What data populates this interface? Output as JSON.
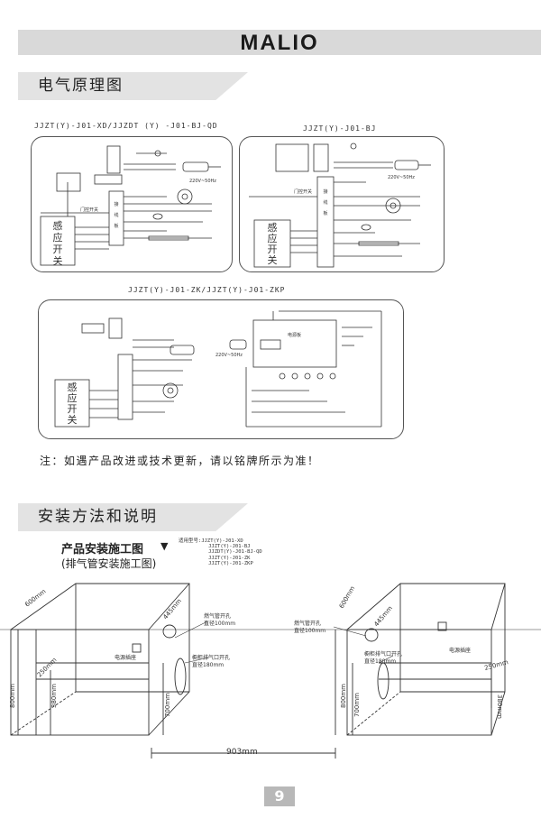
{
  "header": {
    "brand": "MALIO"
  },
  "section1": {
    "title": "电气原理图",
    "diagram_a": {
      "model": "JJZT(Y)-J01-XD/JJZDT (Y) -J01-BJ-QD",
      "sensor_label": [
        "感",
        "应",
        "开",
        "关"
      ],
      "door_switch": "门控开关",
      "power": "220V~50Hz",
      "board": [
        "接",
        "线",
        "板"
      ]
    },
    "diagram_b": {
      "model": "JJZT(Y)-J01-BJ",
      "sensor_label": [
        "感",
        "应",
        "开",
        "关"
      ],
      "door_switch": "门控开关",
      "power": "220V~50Hz",
      "board": [
        "接",
        "线",
        "板"
      ]
    },
    "diagram_c": {
      "model": "JJZT(Y)-J01-ZK/JJZT(Y)-J01-ZKP",
      "sensor_label": [
        "感",
        "应",
        "开",
        "关"
      ],
      "control_board": "电源板",
      "power": "220V~50Hz"
    },
    "note": "注：如遇产品改进或技术更新，请以铭牌所示为准！"
  },
  "section2": {
    "title": "安装方法和说明",
    "drawing_title": "产品安装施工图",
    "drawing_subtitle": "(排气管安装施工图)",
    "models_prefix": "适用型号:",
    "models": [
      "JJZT(Y)-J01-XD",
      "JJZT(Y)-J01-BJ",
      "JJZDT(Y)-J01-BJ-QD",
      "JJZT(Y)-J01-ZK",
      "JJZT(Y)-J01-ZKP"
    ],
    "labels": {
      "gas_hole": "燃气管开孔",
      "gas_hole_dia": "直径100mm",
      "cabinet_hole": "橱柜排气口开孔",
      "cabinet_hole_dia": "直径180mm",
      "socket": "电源插座"
    },
    "dims": {
      "depth": "600mm",
      "height": "800mm",
      "width": "903mm",
      "d445": "445mm",
      "d250": "250mm",
      "d380": "380mm",
      "d700": "700mm"
    }
  },
  "footer": {
    "page_number": "9"
  }
}
